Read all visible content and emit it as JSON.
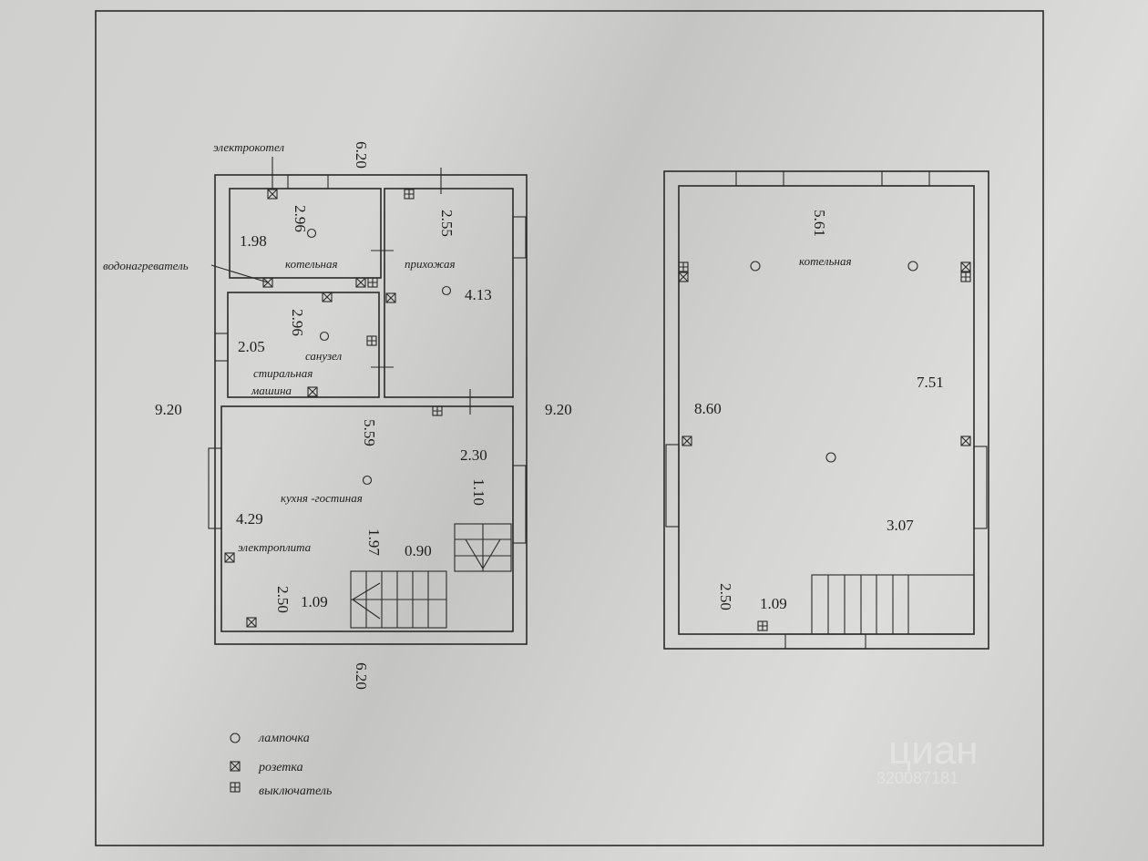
{
  "ground_floor": {
    "outer_dims": {
      "top": "6.20",
      "bottom": "6.20",
      "left": "9.20",
      "right": "9.20"
    },
    "rooms": {
      "boiler": {
        "name": "котельная",
        "width": "2.96",
        "depth": "1.98"
      },
      "hall": {
        "name": "прихожая",
        "width": "2.55",
        "depth": "4.13"
      },
      "bathroom": {
        "name": "санузел",
        "width": "2.96",
        "depth": "2.05"
      },
      "living": {
        "name": "кухня -гостиная",
        "width": "5.59",
        "depth": "4.29"
      }
    },
    "dims": {
      "d230": "2.30",
      "d110": "1.10",
      "d197": "1.97",
      "d090": "0.90",
      "d250": "2.50",
      "d109": "1.09"
    },
    "fixtures": {
      "boiler": "электрокотел",
      "water_heater": "водонагреватель",
      "washer_line1": "стиральная",
      "washer_line2": "машина",
      "stove": "электроплита"
    }
  },
  "upper_floor": {
    "room": {
      "name": "котельная",
      "width": "5.61",
      "depth": "7.51"
    },
    "dims": {
      "d860": "8.60",
      "d307": "3.07",
      "d250": "2.50",
      "d109": "1.09"
    }
  },
  "legend": {
    "lamp": "лампочка",
    "socket": "розетка",
    "switch": "выключатель"
  },
  "watermark": {
    "brand": "циан",
    "id": "320087181"
  }
}
